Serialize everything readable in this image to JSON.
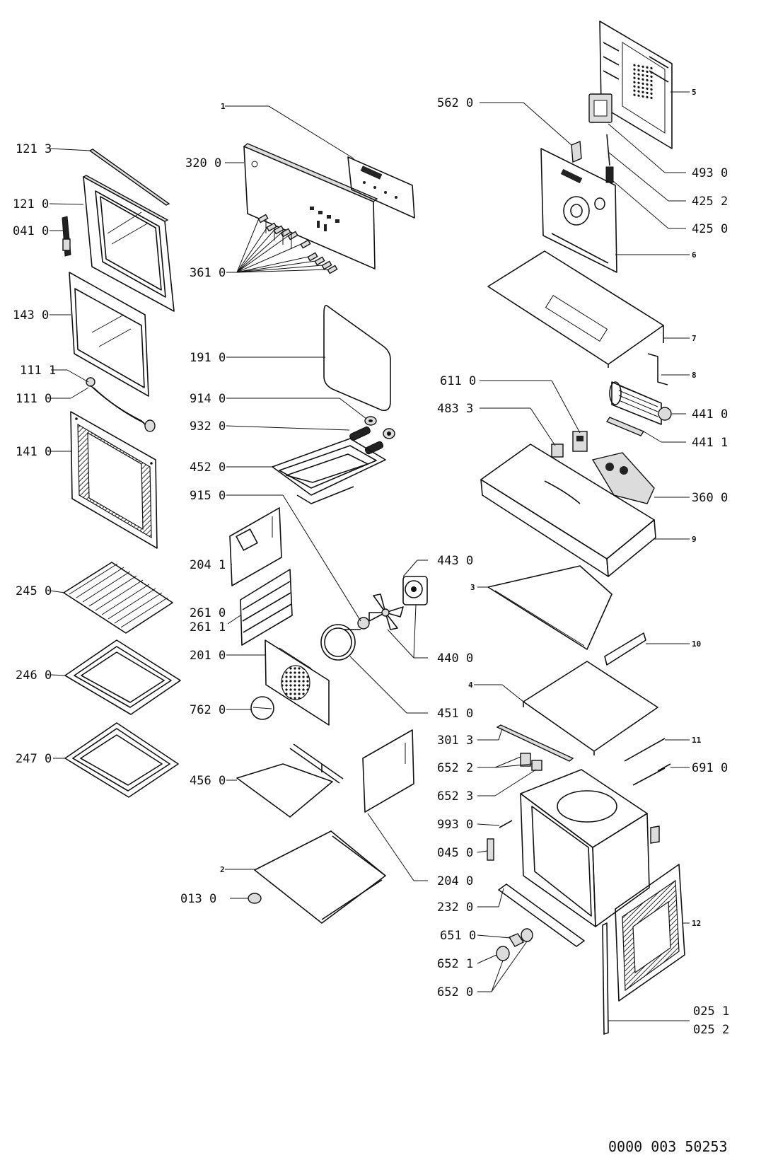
{
  "labels": {
    "l1": "1",
    "l2": "2",
    "l3": "3",
    "l4": "4",
    "l5": "5",
    "l6": "6",
    "l7": "7",
    "l8": "8",
    "l9": "9",
    "l10": "10",
    "l11": "11",
    "l12": "12",
    "p013_0": "013 0",
    "p025_1": "025 1",
    "p025_2": "025 2",
    "p041_0": "041 0",
    "p045_0": "045 0",
    "p111_0": "111 0",
    "p111_1": "111 1",
    "p121_0": "121 0",
    "p121_3": "121 3",
    "p141_0": "141 0",
    "p143_0": "143 0",
    "p191_0": "191 0",
    "p201_0": "201 0",
    "p204_0": "204 0",
    "p204_1": "204 1",
    "p232_0": "232 0",
    "p245_0": "245 0",
    "p246_0": "246 0",
    "p247_0": "247 0",
    "p261_0": "261 0",
    "p261_1": "261 1",
    "p301_3": "301 3",
    "p320_0": "320 0",
    "p360_0": "360 0",
    "p361_0": "361 0",
    "p425_0": "425 0",
    "p425_2": "425 2",
    "p440_0": "440 0",
    "p441_0": "441 0",
    "p441_1": "441 1",
    "p443_0": "443 0",
    "p451_0": "451 0",
    "p452_0": "452 0",
    "p456_0": "456 0",
    "p483_3": "483 3",
    "p493_0": "493 0",
    "p562_0": "562 0",
    "p611_0": "611 0",
    "p651_0": "651 0",
    "p652_0": "652 0",
    "p652_1": "652 1",
    "p652_2": "652 2",
    "p652_3": "652 3",
    "p691_0": "691 0",
    "p762_0": "762 0",
    "p914_0": "914 0",
    "p915_0": "915 0",
    "p932_0": "932 0",
    "p993_0": "993 0"
  },
  "reference_number": "0000 003 50253"
}
